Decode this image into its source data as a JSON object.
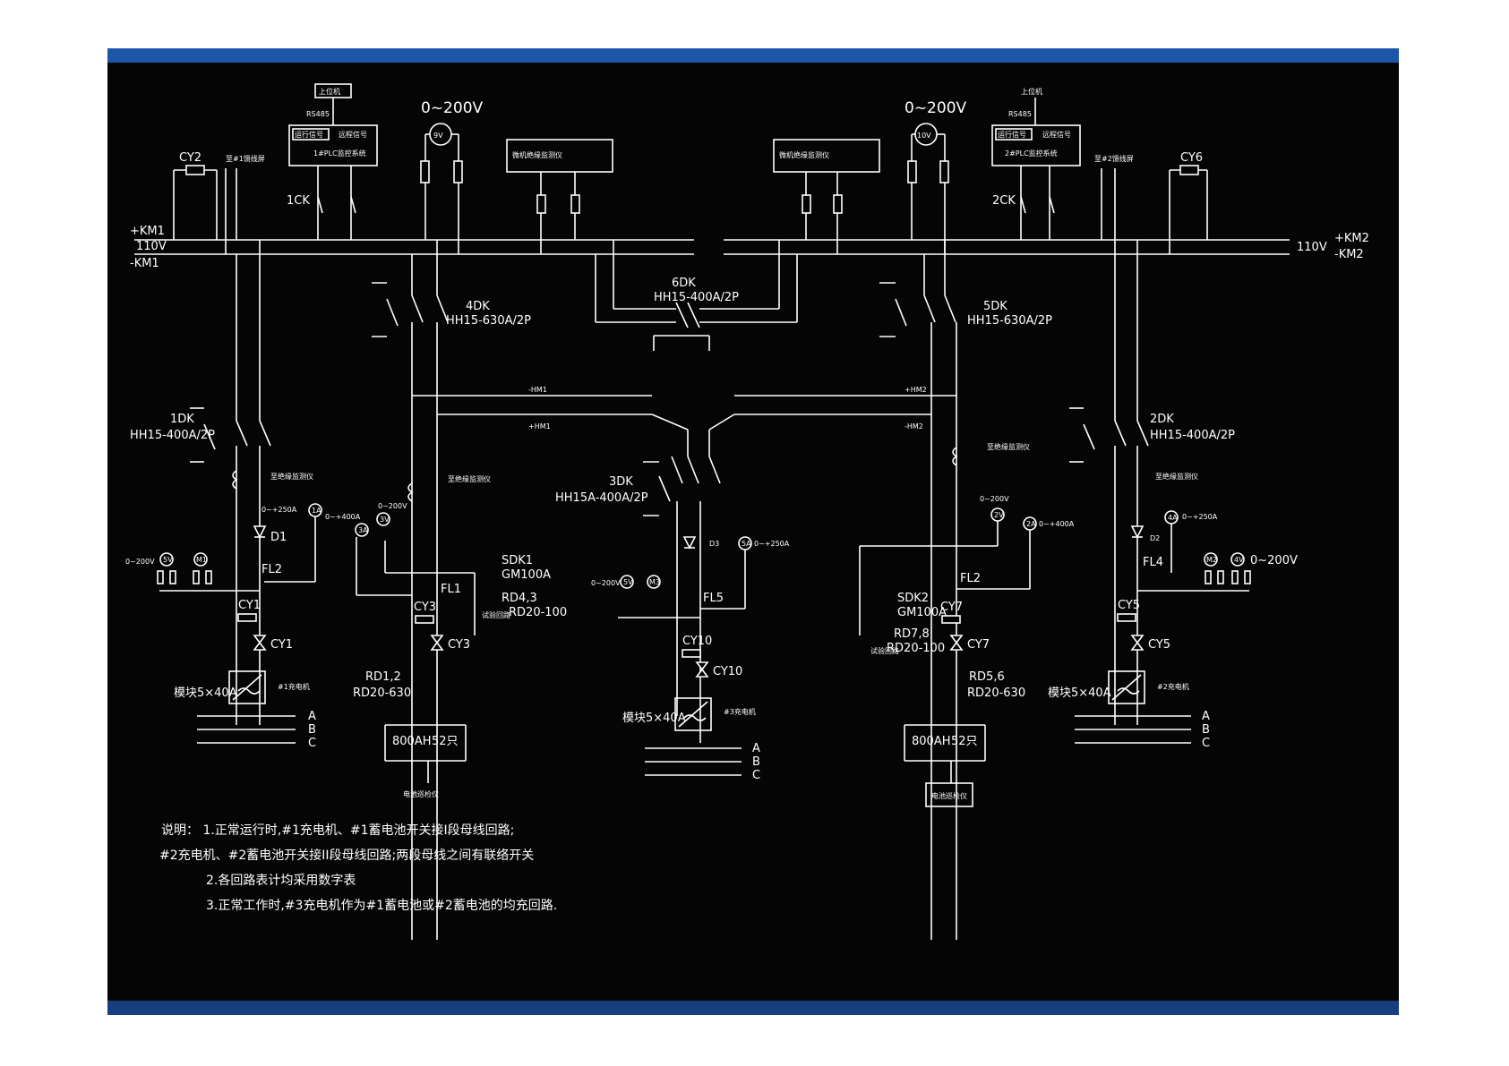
{
  "colors": {
    "background": "#050505",
    "frame_bar": "#1d56a8",
    "line": "#ffffff"
  },
  "labels": {
    "top_left": "上位机",
    "top_right": "上位机",
    "rs485_left": "RS485",
    "rs485_right": "RS485",
    "plc1_sig_a": "运行信号",
    "plc1_sig_b": "远程信号",
    "plc1": "1#PLC监控系统",
    "plc2_sig_a": "运行信号",
    "plc2_sig_b": "远程信号",
    "plc2": "2#PLC监控系统",
    "v_left": "0~200V",
    "v_right": "0~200V",
    "meter_9v": "9V",
    "meter_10v": "10V",
    "insul_left": "微机绝缘监测仪",
    "insul_right": "微机绝缘监测仪",
    "cy2": "CY2",
    "cy6": "CY6",
    "to_feeder1": "至#1馈线屏",
    "to_feeder2": "至#2馈线屏",
    "ck1": "1CK",
    "ck2": "2CK",
    "km1_pos": "+KM1",
    "km1_neg": "-KM1",
    "v110_left": "110V",
    "km2_pos": "+KM2",
    "km2_neg": "-KM2",
    "v110_right": "110V",
    "dk6": "6DK",
    "dk6_model": "HH15-400A/2P",
    "dk4": "4DK",
    "dk4_model": "HH15-630A/2P",
    "dk5": "5DK",
    "dk5_model": "HH15-630A/2P",
    "hm1_neg": "-HM1",
    "hm1_pos": "+HM1",
    "hm2_pos": "+HM2",
    "hm2_neg": "-HM2",
    "dk1": "1DK",
    "dk1_model": "HH15-400A/2P",
    "dk2": "2DK",
    "dk2_model": "HH15-400A/2P",
    "dk3": "3DK",
    "dk3_model": "HH15A-400A/2P",
    "to_insul": "至绝缘监测仪",
    "a250_1": "0~+250A",
    "a1": "1A",
    "a400_3": "0~+400A",
    "a3": "3A",
    "v200_3": "0~200V",
    "v3": "3V",
    "v200_1": "0~200V",
    "v5": "5V",
    "m1": "M1",
    "d1": "D1",
    "fl2_left": "FL2",
    "sdk1": "SDK1",
    "gm1": "GM100A",
    "fl1": "FL1",
    "rd43": "RD4,3",
    "rd20_100_left": "RD20-100",
    "test_left": "试验回路",
    "cy1": "CY1",
    "cy1b": "CY1",
    "cy3": "CY3",
    "cy3b": "CY3",
    "rd12": "RD1,2",
    "rd630_left": "RD20-630",
    "module_left": "模块5×40A",
    "charger1": "#1充电机",
    "phase_a1": "A",
    "phase_b1": "B",
    "phase_c1": "C",
    "battery_left": "800AH",
    "cells_left": "52只",
    "bat_mon_left": "电池巡检仪",
    "d3": "D3",
    "a5": "5A",
    "a250_3": "0~+250A",
    "v200_c": "0~200V",
    "v_c": "5V",
    "m_c": "M3",
    "fl5": "FL5",
    "cy10": "CY10",
    "cy10b": "CY10",
    "module_mid": "模块5×40A",
    "charger3": "#3充电机",
    "phase_a3": "A",
    "phase_b3": "B",
    "phase_c3": "C",
    "v200_r": "0~200V",
    "v2": "2V",
    "a2": "2A",
    "a400_r": "0~+400A",
    "sdk2": "SDK2",
    "gm2": "GM100A",
    "rd78": "RD7,8",
    "rd20_100_right": "RD20-100",
    "test_right": "试验回路",
    "fl2_right": "FL2",
    "cy7": "CY7",
    "cy7b": "CY7",
    "rd56": "RD5,6",
    "rd630_right": "RD20-630",
    "battery_right": "800AH",
    "cells_right": "52只",
    "bat_mon_right": "电池巡检仪",
    "d2": "D2",
    "a4": "4A",
    "a250_2": "0~+250A",
    "m2": "M2",
    "v4": "4V",
    "v200_2": "0~200V",
    "fl4": "FL4",
    "cy5": "CY5",
    "cy5b": "CY5",
    "module_right": "模块5×40A",
    "charger2": "#2充电机",
    "phase_a2": "A",
    "phase_b2": "B",
    "phase_c2": "C"
  },
  "notes": {
    "line1": "说明：  1.正常运行时,#1充电机、#1蓄电池开关接I段母线回路;",
    "line2": "#2充电机、#2蓄电池开关接II段母线回路;两段母线之间有联络开关",
    "line3": "2.各回路表计均采用数字表",
    "line4": "3.正常工作时,#3充电机作为#1蓄电池或#2蓄电池的均充回路."
  }
}
